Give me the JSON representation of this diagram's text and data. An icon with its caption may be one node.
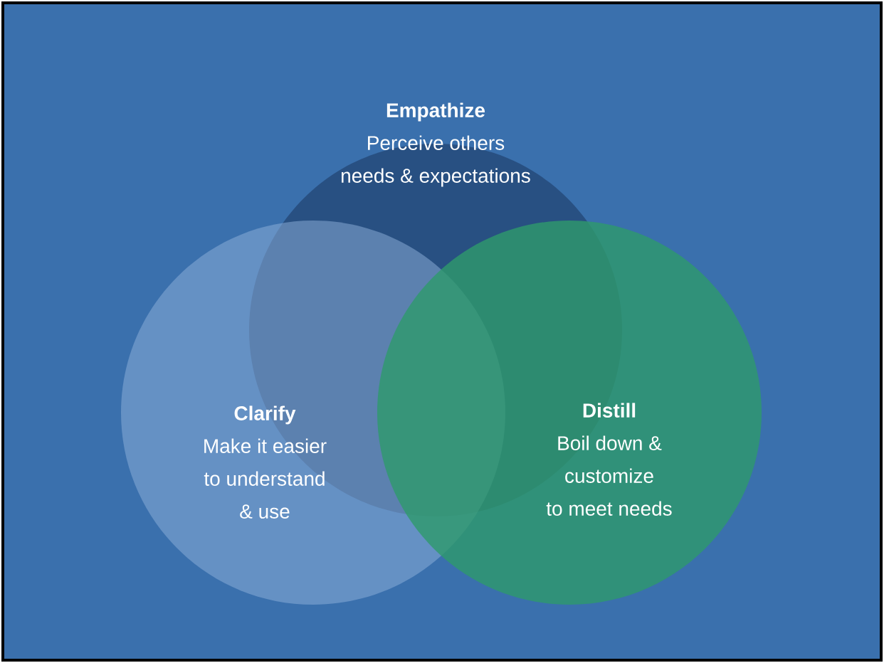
{
  "diagram": {
    "nodes": [
      {
        "text": [
          "Empathize",
          "Perceive others needs & expectations"
        ]
      },
      {
        "text": [
          "Clarify",
          "Make it easier to understand & use"
        ]
      },
      {
        "text": [
          "Distill",
          "Boil down & customize to meet needs"
        ]
      }
    ]
  }
}
